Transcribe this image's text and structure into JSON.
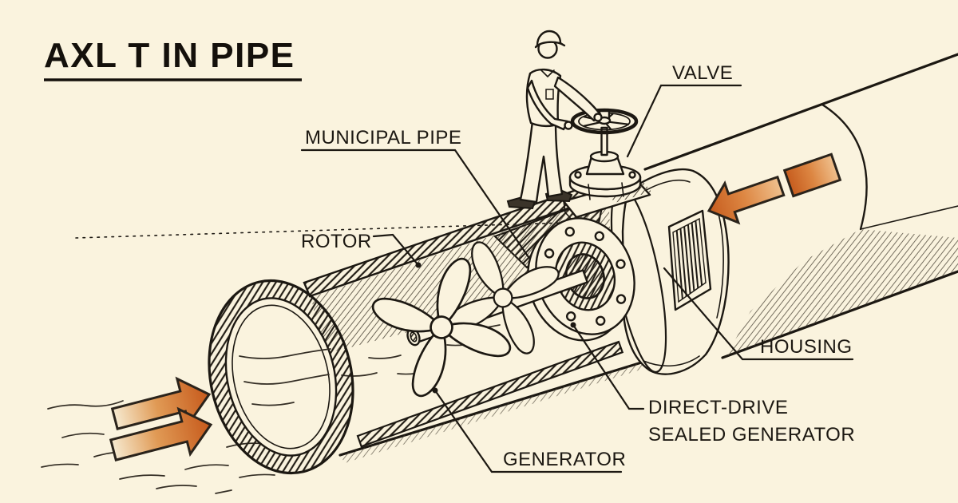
{
  "title": {
    "text": "AXL T IN PIPE"
  },
  "labels": {
    "municipal_pipe": "MUNICIPAL PIPE",
    "valve": "VALVE",
    "rotor": "ROTOR",
    "housing": "HOUSING",
    "direct_drive_line1": "DIRECT-DRIVE",
    "direct_drive_line2": "SEALED GENERATOR",
    "generator": "GENERATOR"
  },
  "colors": {
    "background": "#faf3de",
    "ink": "#1c1812",
    "arrow_orange_dark": "#c65c1e",
    "arrow_orange_mid": "#dd8743",
    "arrow_tail_pale": "#f6ead0"
  }
}
